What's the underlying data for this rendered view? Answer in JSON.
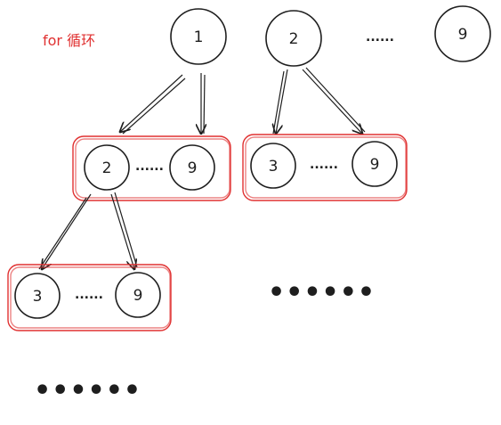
{
  "label": "for 循环",
  "top_nodes": {
    "n1": "1",
    "n2": "2",
    "ellipsis": "......",
    "n9": "9"
  },
  "group_a": {
    "start": "2",
    "ellipsis": "......",
    "end": "9"
  },
  "group_b": {
    "start": "3",
    "ellipsis": "......",
    "end": "9"
  },
  "group_c": {
    "start": "3",
    "ellipsis": "......",
    "end": "9"
  },
  "more_dots_right": "••••••",
  "more_dots_bottom": "••••••",
  "colors": {
    "stroke": "#1e1e1e",
    "group_box": "#e03131",
    "label": "#e03131"
  }
}
